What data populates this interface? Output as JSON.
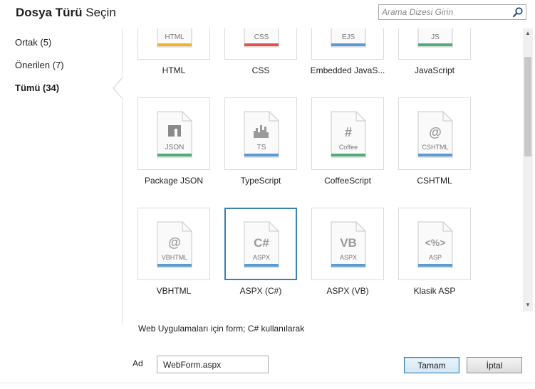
{
  "dialog": {
    "title_bold": "Dosya Türü",
    "title_rest": "Seçin"
  },
  "search": {
    "placeholder": "Arama Dizesi Girin"
  },
  "sidebar": {
    "items": [
      {
        "label": "Ortak (5)"
      },
      {
        "label": "Önerilen (7)"
      },
      {
        "label": "Tümü (34)",
        "selected": true
      }
    ]
  },
  "tiles": [
    {
      "label": "HTML",
      "icon_text": "HTML",
      "color": "#f0b429",
      "icon": "html-file-icon"
    },
    {
      "label": "CSS",
      "icon_text": "CSS",
      "color": "#e05252",
      "icon": "css-file-icon"
    },
    {
      "label": "Embedded JavaS...",
      "icon_text": "EJS",
      "color": "#5b9bd5",
      "icon": "ejs-file-icon"
    },
    {
      "label": "JavaScript",
      "icon_text": "JS",
      "color": "#4caf79",
      "icon": "javascript-file-icon"
    },
    {
      "label": "Package JSON",
      "icon_text": "JSON",
      "color": "#4caf79",
      "icon": "json-file-icon"
    },
    {
      "label": "TypeScript",
      "icon_text": "TS",
      "color": "#5b9bd5",
      "icon": "typescript-file-icon"
    },
    {
      "label": "CoffeeScript",
      "icon_text": "Coffee",
      "glyph": "#",
      "color": "#4caf79",
      "icon": "coffee-file-icon"
    },
    {
      "label": "CSHTML",
      "icon_text": "CSHTML",
      "glyph": "@",
      "color": "#5b9bd5",
      "icon": "cshtml-file-icon"
    },
    {
      "label": "VBHTML",
      "icon_text": "VBHTML",
      "glyph": "@",
      "color": "#5b9bd5",
      "icon": "vbhtml-file-icon"
    },
    {
      "label": "ASPX (C#)",
      "icon_text": "ASPX",
      "glyph": "C#",
      "color": "#5b9bd5",
      "icon": "aspx-cs-file-icon",
      "selected": true
    },
    {
      "label": "ASPX (VB)",
      "icon_text": "ASPX",
      "glyph": "VB",
      "color": "#5b9bd5",
      "icon": "aspx-vb-file-icon"
    },
    {
      "label": "Klasik ASP",
      "icon_text": "ASP",
      "glyph": "<%>",
      "color": "#5b9bd5",
      "icon": "asp-file-icon"
    }
  ],
  "description": "Web Uygulamaları için form; C# kullanılarak",
  "name_field": {
    "label": "Ad",
    "value": "WebForm.aspx"
  },
  "buttons": {
    "ok": "Tamam",
    "cancel": "İptal"
  }
}
